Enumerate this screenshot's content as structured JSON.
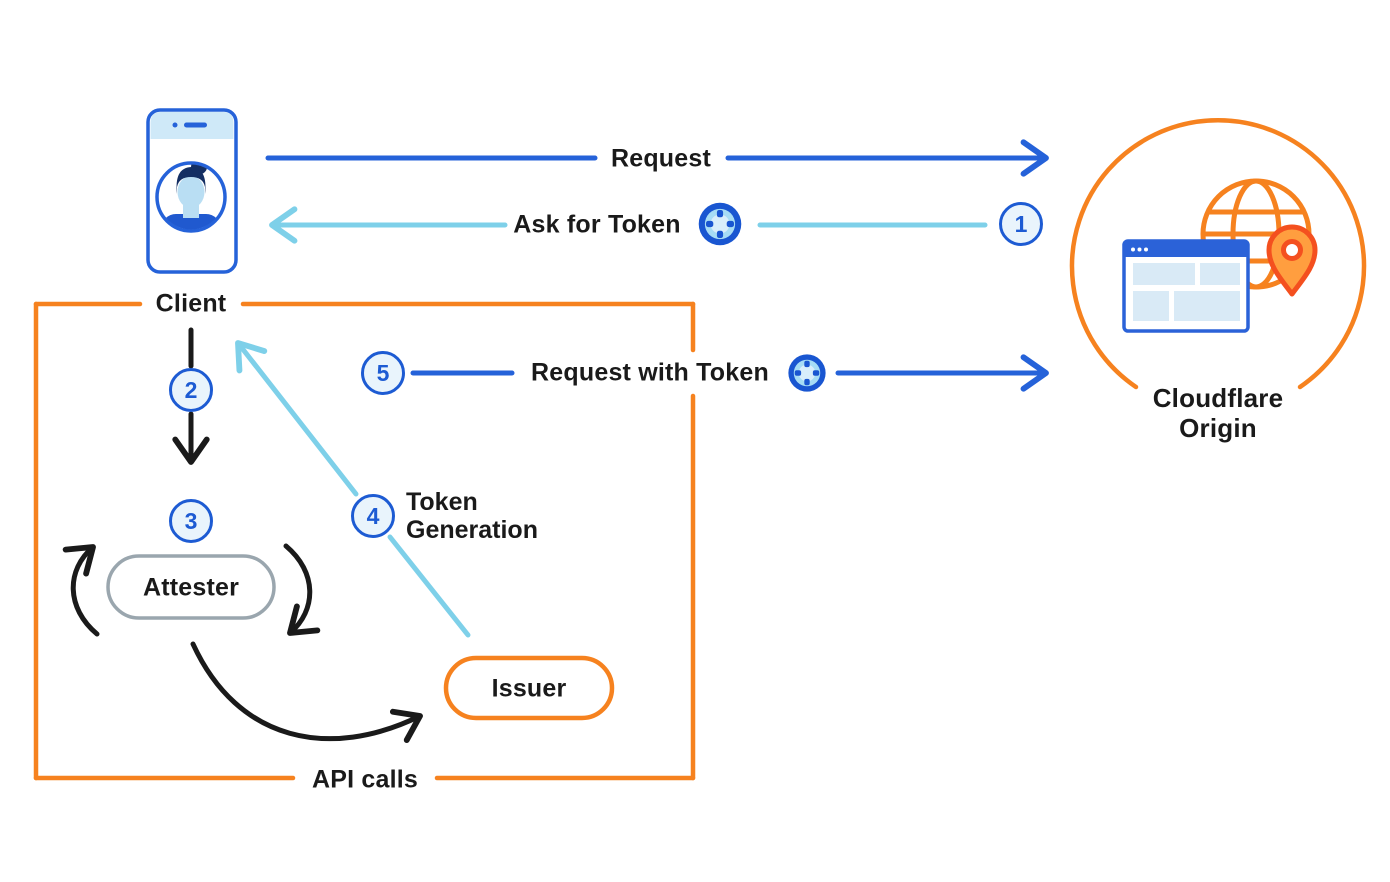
{
  "diagram_labels": {
    "client": "Client",
    "cloudflare_origin": [
      "Cloudflare",
      "Origin"
    ],
    "attester": "Attester",
    "issuer": "Issuer",
    "api_calls": "API calls"
  },
  "flow_labels": {
    "request": "Request",
    "ask_for_token": "Ask for Token",
    "request_with_token": "Request with Token",
    "token_generation": [
      "Token",
      "Generation"
    ]
  },
  "steps": [
    "1",
    "2",
    "3",
    "4",
    "5"
  ],
  "colors": {
    "flow_blue": "#2562d9",
    "flow_light_blue": "#7ed0e9",
    "cloudflare_orange": "#f6821f",
    "attester_gray": "#9aa6ae",
    "arrow_black": "#1a1a1a",
    "step_badge_fill": "#e9f4fc",
    "step_badge_border": "#1d5bd3",
    "browser_blue": "#2b62d8",
    "browser_pane_blue": "#d9eaf6",
    "pin_outline": "#f4501f",
    "pin_fill": "#ff9e3f",
    "text": "#1a1a1a"
  },
  "icons": {
    "client": "smartphone-user-avatar-icon",
    "origin": [
      "globe-icon",
      "browser-window-icon",
      "location-pin-icon"
    ],
    "token": "token-icon"
  }
}
